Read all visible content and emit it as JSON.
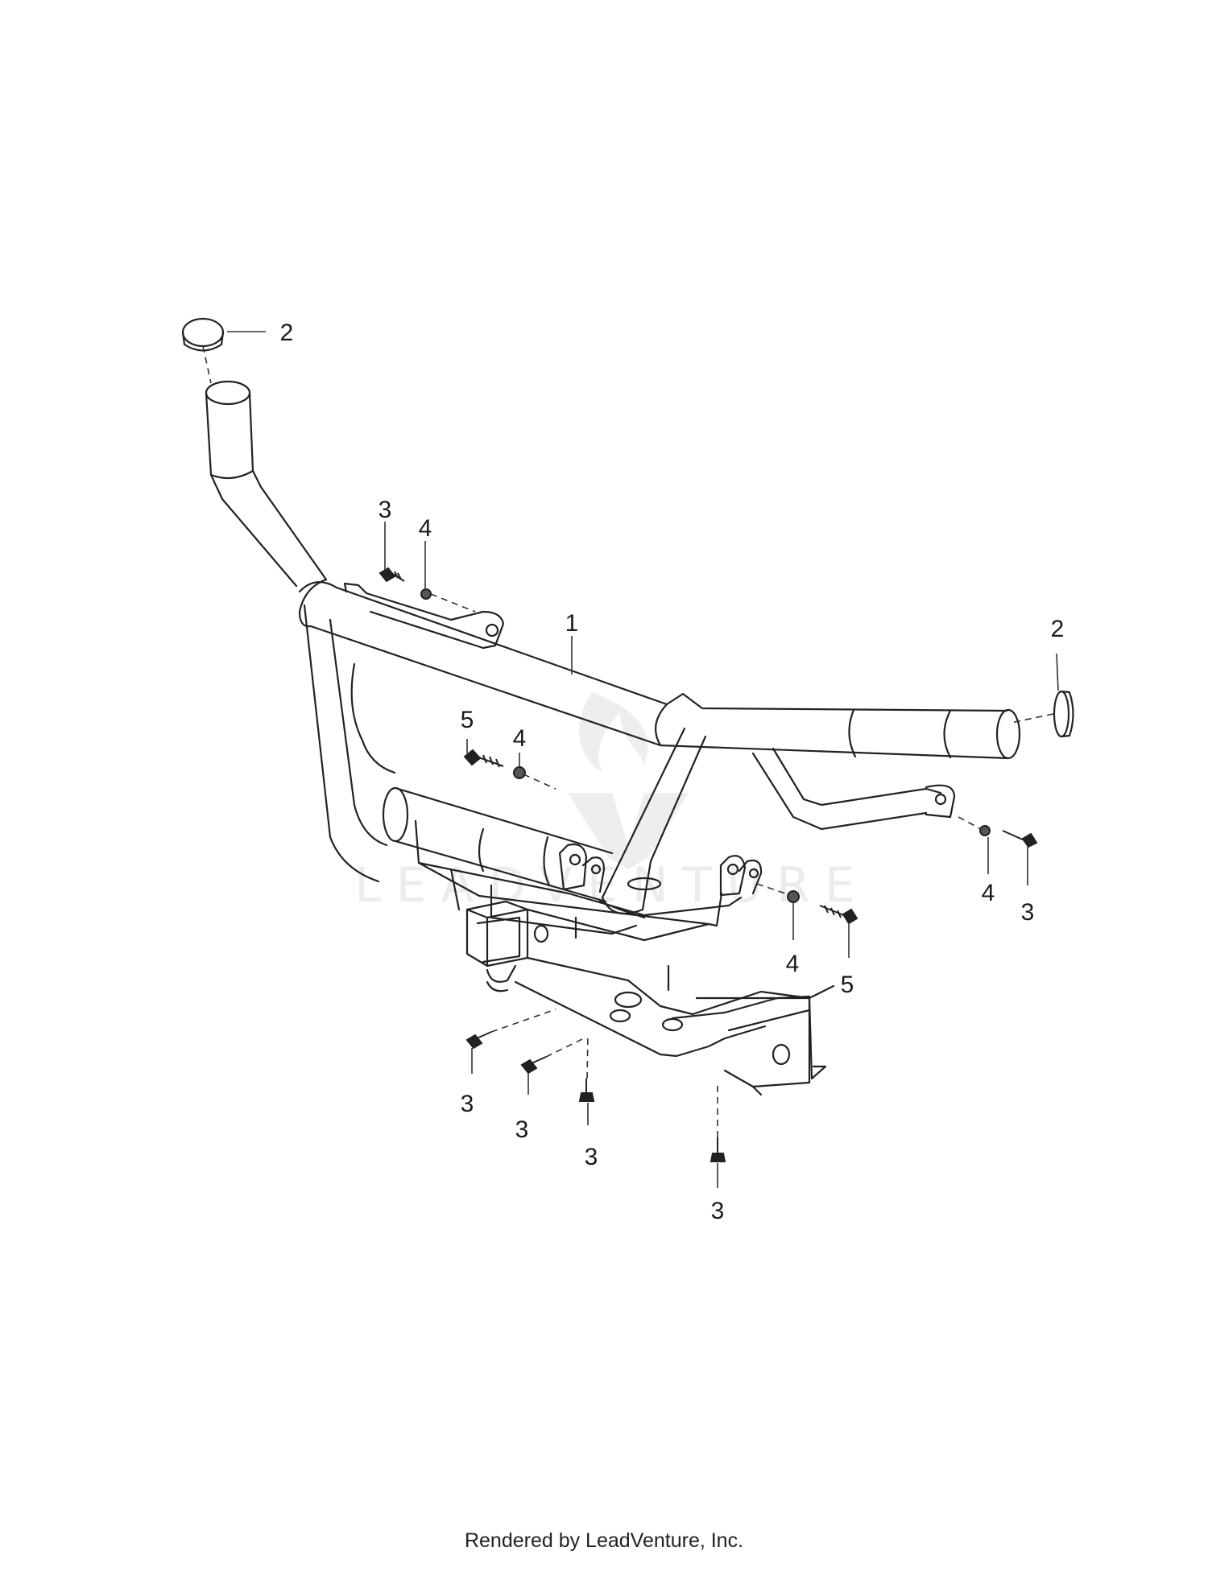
{
  "callouts": [
    {
      "id": "c2a",
      "label": "2"
    },
    {
      "id": "c3a",
      "label": "3"
    },
    {
      "id": "c4a",
      "label": "4"
    },
    {
      "id": "c1",
      "label": "1"
    },
    {
      "id": "c2b",
      "label": "2"
    },
    {
      "id": "c5a",
      "label": "5"
    },
    {
      "id": "c4b",
      "label": "4"
    },
    {
      "id": "c4c",
      "label": "4"
    },
    {
      "id": "c3b",
      "label": "3"
    },
    {
      "id": "c4d",
      "label": "4"
    },
    {
      "id": "c5b",
      "label": "5"
    },
    {
      "id": "c3c",
      "label": "3"
    },
    {
      "id": "c3d",
      "label": "3"
    },
    {
      "id": "c3e",
      "label": "3"
    },
    {
      "id": "c3f",
      "label": "3"
    }
  ],
  "watermark": "LEADVENTURE",
  "footer": "Rendered by LeadVenture, Inc."
}
